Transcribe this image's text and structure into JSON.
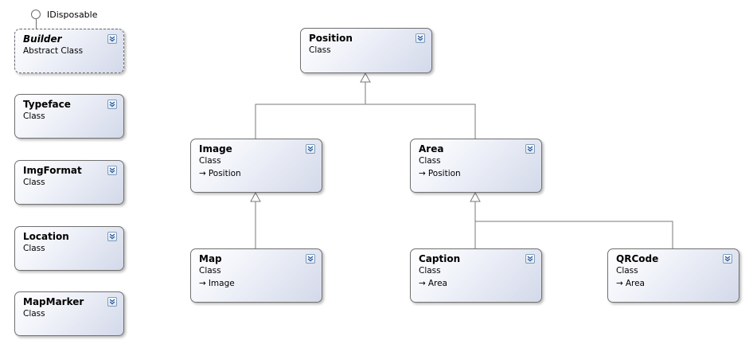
{
  "interface": {
    "name": "IDisposable"
  },
  "classes": {
    "builder": {
      "name": "Builder",
      "kind": "Abstract Class"
    },
    "typeface": {
      "name": "Typeface",
      "kind": "Class"
    },
    "imgformat": {
      "name": "ImgFormat",
      "kind": "Class"
    },
    "location": {
      "name": "Location",
      "kind": "Class"
    },
    "mapmarker": {
      "name": "MapMarker",
      "kind": "Class"
    },
    "position": {
      "name": "Position",
      "kind": "Class"
    },
    "image": {
      "name": "Image",
      "kind": "Class",
      "base": "Position"
    },
    "area": {
      "name": "Area",
      "kind": "Class",
      "base": "Position"
    },
    "map": {
      "name": "Map",
      "kind": "Class",
      "base": "Image"
    },
    "caption": {
      "name": "Caption",
      "kind": "Class",
      "base": "Area"
    },
    "qrcode": {
      "name": "QRCode",
      "kind": "Class",
      "base": "Area"
    }
  },
  "inheritance_arrow_glyph": "→",
  "colors": {
    "shape_gradient_light": "#ffffff",
    "shape_gradient_dark": "#d3d9ea",
    "shape_border": "#707070",
    "connector": "#7a7a7a",
    "toggle_chevron": "#2a5aa0"
  }
}
